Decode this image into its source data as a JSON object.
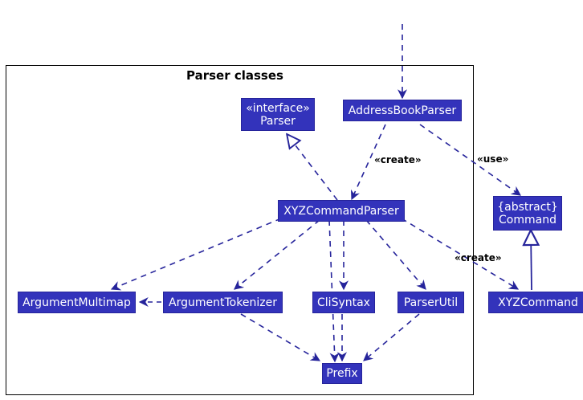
{
  "diagram": {
    "type": "uml-class-diagram",
    "package": {
      "title": "Parser classes",
      "border_color": "#000000"
    },
    "style": {
      "node_fill": "#3333BB",
      "node_border": "#26249B",
      "node_text": "#FFFFFF",
      "edge_color": "#3333BB",
      "inherit_edge_color": "#26249B",
      "background": "#FFFFFF"
    },
    "nodes": [
      {
        "id": "parser",
        "line1": "«interface»",
        "line2": "Parser",
        "in_package": true
      },
      {
        "id": "addressbookparser",
        "line1": "AddressBookParser",
        "line2": "",
        "in_package": true
      },
      {
        "id": "xyzcommandparser",
        "line1": "XYZCommandParser",
        "line2": "",
        "in_package": true
      },
      {
        "id": "command",
        "line1": "{abstract}",
        "line2": "Command",
        "in_package": false
      },
      {
        "id": "argumentmultimap",
        "line1": "ArgumentMultimap",
        "line2": "",
        "in_package": true
      },
      {
        "id": "argumenttokenizer",
        "line1": "ArgumentTokenizer",
        "line2": "",
        "in_package": true
      },
      {
        "id": "clisyntax",
        "line1": "CliSyntax",
        "line2": "",
        "in_package": true
      },
      {
        "id": "parserutil",
        "line1": "ParserUtil",
        "line2": "",
        "in_package": true
      },
      {
        "id": "xyzcommand",
        "line1": "XYZCommand",
        "line2": "",
        "in_package": false
      },
      {
        "id": "prefix",
        "line1": "Prefix",
        "line2": "",
        "in_package": true
      }
    ],
    "edges": [
      {
        "from": "external-top",
        "to": "addressbookparser",
        "kind": "dashed-arrow",
        "label": ""
      },
      {
        "from": "addressbookparser",
        "to": "xyzcommandparser",
        "kind": "dashed-arrow",
        "label": "«create»"
      },
      {
        "from": "addressbookparser",
        "to": "command",
        "kind": "dashed-arrow",
        "label": "«use»"
      },
      {
        "from": "xyzcommandparser",
        "to": "parser",
        "kind": "dashed-triangle",
        "label": ""
      },
      {
        "from": "xyzcommandparser",
        "to": "argumentmultimap",
        "kind": "dashed-arrow",
        "label": ""
      },
      {
        "from": "xyzcommandparser",
        "to": "argumenttokenizer",
        "kind": "dashed-arrow",
        "label": ""
      },
      {
        "from": "xyzcommandparser",
        "to": "clisyntax",
        "kind": "dashed-arrow",
        "label": ""
      },
      {
        "from": "xyzcommandparser",
        "to": "parserutil",
        "kind": "dashed-arrow",
        "label": ""
      },
      {
        "from": "xyzcommandparser",
        "to": "prefix",
        "kind": "dashed-arrow",
        "label": ""
      },
      {
        "from": "xyzcommandparser",
        "to": "xyzcommand",
        "kind": "dashed-arrow",
        "label": "«create»"
      },
      {
        "from": "argumenttokenizer",
        "to": "argumentmultimap",
        "kind": "dashed-arrow",
        "label": ""
      },
      {
        "from": "argumenttokenizer",
        "to": "prefix",
        "kind": "dashed-arrow",
        "label": ""
      },
      {
        "from": "clisyntax",
        "to": "prefix",
        "kind": "dashed-arrow",
        "label": ""
      },
      {
        "from": "parserutil",
        "to": "prefix",
        "kind": "dashed-arrow",
        "label": ""
      },
      {
        "from": "xyzcommand",
        "to": "command",
        "kind": "solid-triangle",
        "label": ""
      }
    ],
    "labels": {
      "create_1": "«create»",
      "use_1": "«use»",
      "create_2": "«create»"
    }
  }
}
